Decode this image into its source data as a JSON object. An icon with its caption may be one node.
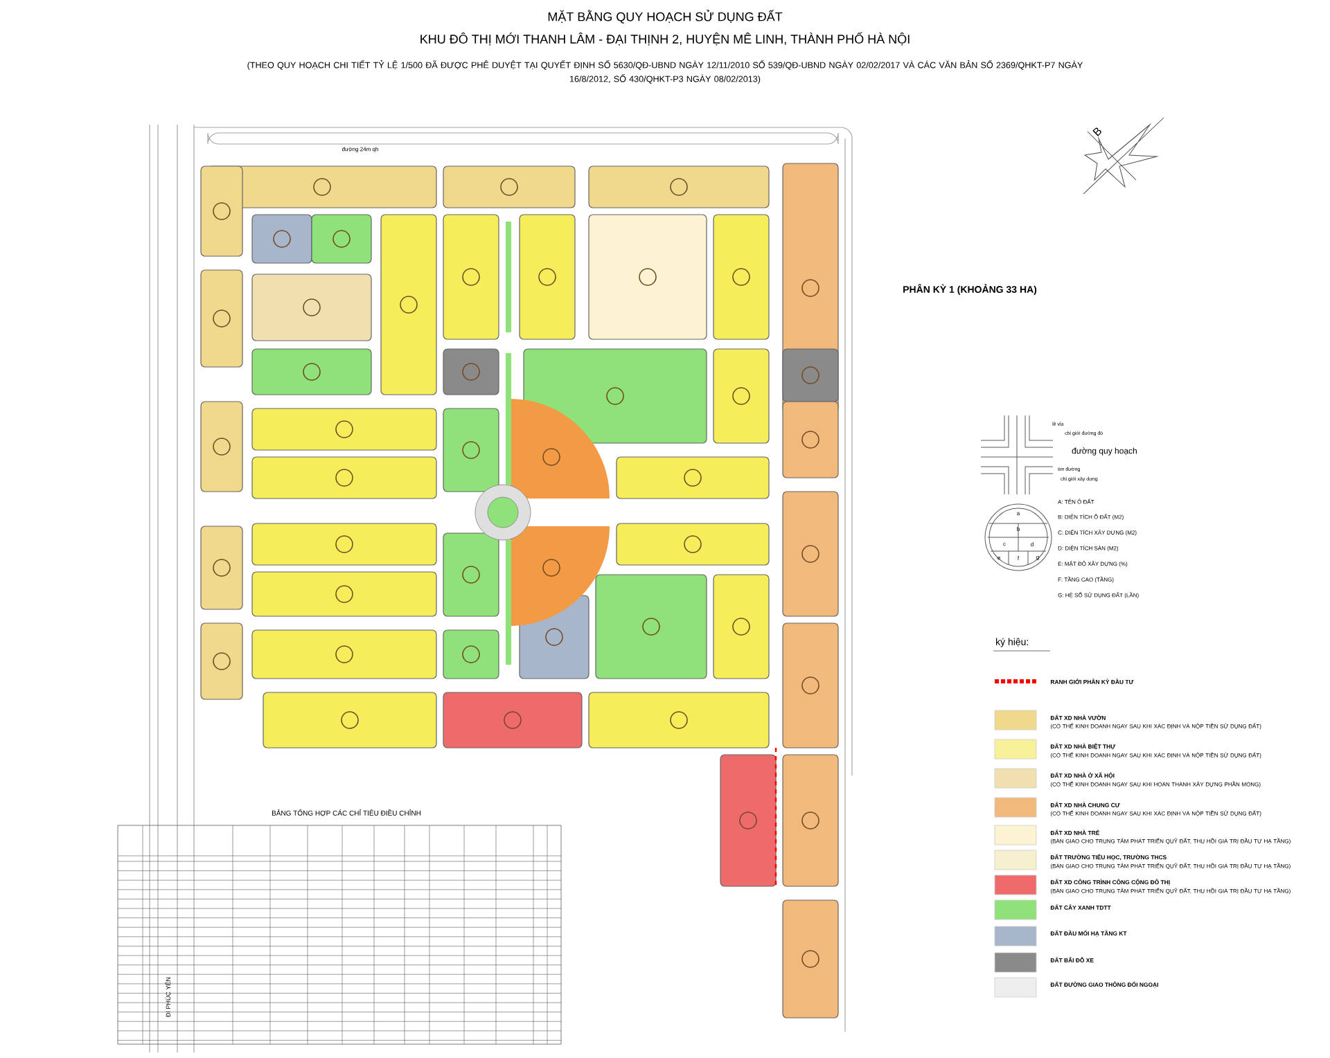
{
  "diagram": {
    "title": "MẶT BẰNG QUY HOẠCH SỬ DỤNG ĐẤT",
    "labels": [
      "KHU ĐÔ THỊ MỚI THANH LÂM - ĐẠI THỊNH 2, HUYỆN MÊ LINH, THÀNH PHỐ HÀ NỘI",
      "(THEO QUY HOẠCH CHI TIẾT TỶ LỆ 1/500 ĐÃ ĐƯỢC PHÊ DUYỆT TẠI QUYẾT ĐỊNH SỐ 5630/QĐ-UBND NGÀY 12/11/2010 SỐ 539/QĐ-UBND NGÀY 02/02/2017 VÀ CÁC VĂN BẢN SỐ 2369/QHKT-P7 NGÀY 16/8/2012, SỐ 430/QHKT-P3 NGÀY 08/02/2013)",
      "B",
      "đường 24m qh",
      "PHÂN KỲ 1 (KHOẢNG 33 HA)",
      "lề vỉa",
      "chỉ giới đường đỏ",
      "đường quy hoạch",
      "tim đường",
      "chỉ giới xây dựng",
      "a",
      "b",
      "c",
      "d",
      "e",
      "f",
      "g",
      "A: TÊN Ô ĐẤT",
      "B: DIỆN TÍCH Ô ĐẤT (M2)",
      "C: DIỆN TÍCH XÂY DỰNG (M2)",
      "D: DIỆN TÍCH SÀN (M2)",
      "E: MẬT ĐỘ XÂY DỰNG (%)",
      "F: TẦNG CAO (TẦNG)",
      "G: HỆ SỐ SỬ DỤNG ĐẤT (LẦN)",
      "ký hiệu:",
      "(CÓ THỂ KINH DOANH NGAY SAU KHI XÁC ĐỊNH VÀ NỘP TIỀN SỬ DỤNG ĐẤT)",
      "(CÓ THỂ KINH DOANH NGAY SAU KHI XÁC ĐỊNH VÀ NỘP TIỀN SỬ DỤNG ĐẤT)",
      "(CÓ THỂ KINH DOANH NGAY SAU KHI HOÀN THÀNH XÂY DỰNG PHẦN MÓNG)",
      "(CÓ THỂ KINH DOANH NGAY SAU KHI XÁC ĐỊNH VÀ NỘP TIỀN SỬ DỤNG ĐẤT)",
      "(BÀN GIAO CHO TRUNG TÂM PHÁT TRIỂN QUỸ ĐẤT, THU HỒI GIÁ TRỊ ĐẦU TƯ HẠ TẦNG)",
      "(BÀN GIAO CHO TRUNG TÂM PHÁT TRIỂN QUỸ ĐẤT, THU HỒI GIÁ TRỊ ĐẦU TƯ HẠ TẦNG)",
      "(BÀN GIAO CHO TRUNG TÂM PHÁT TRIỂN QUỸ ĐẤT, THU HỒI GIÁ TRỊ ĐẦU TƯ HẠ TẦNG)",
      "BẢNG TỔNG HỢP CÁC CHỈ TIÊU ĐIỀU CHỈNH",
      "ĐI PHÚC YÊN"
    ],
    "legend": [
      {
        "text": "RANH GIỚI PHÂN KỲ ĐẦU TƯ"
      },
      {
        "text": "ĐẤT XD NHÀ VƯỜN",
        "color": "#f0d98c"
      },
      {
        "text": "ĐẤT XD NHÀ BIỆT THỰ",
        "color": "#f7f29a"
      },
      {
        "text": "ĐẤT XD NHÀ Ở XÃ HỘI",
        "color": "#f0e0b0"
      },
      {
        "text": "ĐẤT XD NHÀ CHUNG CƯ",
        "color": "#f2b97c"
      },
      {
        "text": "ĐẤT XD NHÀ TRẺ",
        "color": "#fbf3d2"
      },
      {
        "text": "ĐẤT TRƯỜNG TIỂU HỌC, TRƯỜNG THCS",
        "color": "#f6f0cf"
      },
      {
        "text": "ĐẤT XD CÔNG TRÌNH CÔNG CỘNG ĐÔ THỊ",
        "color": "#ef6b6b"
      },
      {
        "text": "ĐẤT CÂY XANH TDTT",
        "color": "#8fe27a"
      },
      {
        "text": "ĐẤT ĐẦU MỐI HẠ TẦNG KT",
        "color": "#a8b6cc"
      },
      {
        "text": "ĐẤT BÃI ĐỖ XE",
        "color": "#8a8a8a"
      },
      {
        "text": "ĐẤT ĐƯỜNG GIAO THÔNG ĐỐI NGOẠI",
        "color": "#eeeeee"
      }
    ]
  }
}
